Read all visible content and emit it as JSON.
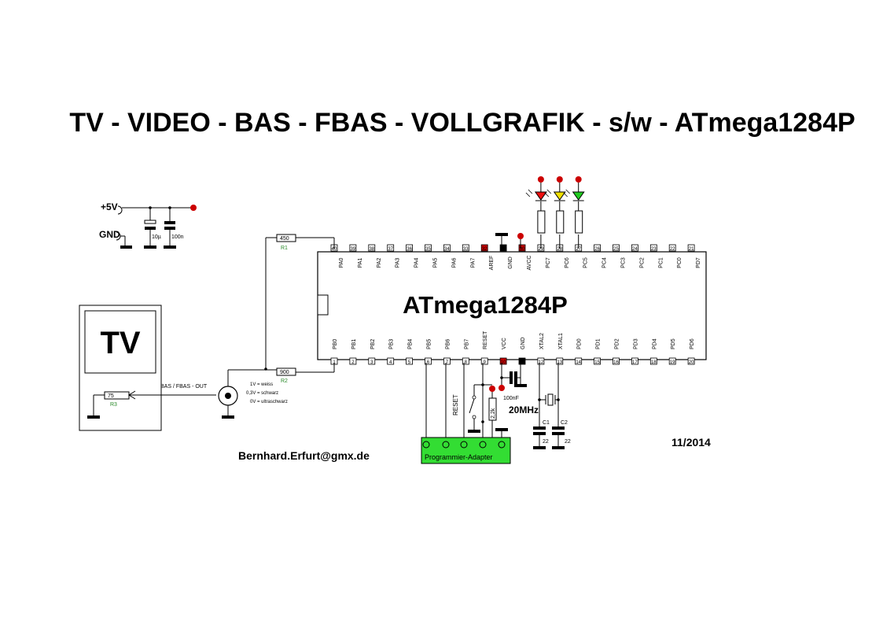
{
  "title": "TV - VIDEO - BAS - FBAS - VOLLGRAFIK - s/w - ATmega1284P",
  "chip": {
    "name": "ATmega1284P",
    "top_pins": [
      {
        "num": "40",
        "name": "PA0"
      },
      {
        "num": "39",
        "name": "PA1"
      },
      {
        "num": "38",
        "name": "PA2"
      },
      {
        "num": "37",
        "name": "PA3"
      },
      {
        "num": "36",
        "name": "PA4"
      },
      {
        "num": "35",
        "name": "PA5"
      },
      {
        "num": "34",
        "name": "PA6"
      },
      {
        "num": "33",
        "name": "PA7"
      },
      {
        "num": "32",
        "name": "AREF"
      },
      {
        "num": "31",
        "name": "GND"
      },
      {
        "num": "30",
        "name": "AVCC"
      },
      {
        "num": "29",
        "name": "PC7"
      },
      {
        "num": "28",
        "name": "PC6"
      },
      {
        "num": "27",
        "name": "PC5"
      },
      {
        "num": "26",
        "name": "PC4"
      },
      {
        "num": "25",
        "name": "PC3"
      },
      {
        "num": "24",
        "name": "PC2"
      },
      {
        "num": "23",
        "name": "PC1"
      },
      {
        "num": "22",
        "name": "PC0"
      },
      {
        "num": "21",
        "name": "PD7"
      }
    ],
    "bottom_pins": [
      {
        "num": "1",
        "name": "PB0"
      },
      {
        "num": "2",
        "name": "PB1"
      },
      {
        "num": "3",
        "name": "PB2"
      },
      {
        "num": "4",
        "name": "PB3"
      },
      {
        "num": "5",
        "name": "PB4"
      },
      {
        "num": "6",
        "name": "PB5"
      },
      {
        "num": "7",
        "name": "PB6"
      },
      {
        "num": "8",
        "name": "PB7"
      },
      {
        "num": "9",
        "name": "RESET"
      },
      {
        "num": "10",
        "name": "VCC"
      },
      {
        "num": "11",
        "name": "GND"
      },
      {
        "num": "12",
        "name": "XTAL2"
      },
      {
        "num": "13",
        "name": "XTAL1"
      },
      {
        "num": "14",
        "name": "PD0"
      },
      {
        "num": "15",
        "name": "PD1"
      },
      {
        "num": "16",
        "name": "PD2"
      },
      {
        "num": "17",
        "name": "PD3"
      },
      {
        "num": "18",
        "name": "PD4"
      },
      {
        "num": "19",
        "name": "PD5"
      },
      {
        "num": "20",
        "name": "PD6"
      }
    ],
    "pin_colors": {
      "30": "#cc0000",
      "32": "#cc0000",
      "10": "#cc0000"
    }
  },
  "power": {
    "vcc_label": "+5V",
    "gnd_label": "GND",
    "c_elko": "10µ",
    "c_ceramic": "100n"
  },
  "resistors": {
    "r1_value": "450",
    "r1_name": "R1",
    "r2_value": "900",
    "r2_name": "R2",
    "r3_value": "75",
    "r3_name": "R3",
    "reset_pullup": "2,2k"
  },
  "tv": {
    "label": "TV",
    "signal_label": "BAS / FBAS - OUT",
    "levels": [
      "1V = weiss",
      "0,3V = schwarz",
      "0V = ultraschwarz"
    ]
  },
  "reset": {
    "label": "RESET",
    "cap": "100nF"
  },
  "crystal": {
    "freq": "20MHz",
    "c1_name": "C1",
    "c2_name": "C2",
    "c1_value": "22",
    "c2_value": "22"
  },
  "programmer": {
    "label": "Programmier-Adapter"
  },
  "date": "11/2014",
  "author": "Bernhard.Erfurt@gmx.de",
  "led_colors": [
    "#ee1111",
    "#f0e000",
    "#22cc22"
  ],
  "colors": {
    "accent_red": "#cc0000",
    "adapter_green": "#33dd33",
    "resistor_label_green": "#2a8a2a"
  }
}
